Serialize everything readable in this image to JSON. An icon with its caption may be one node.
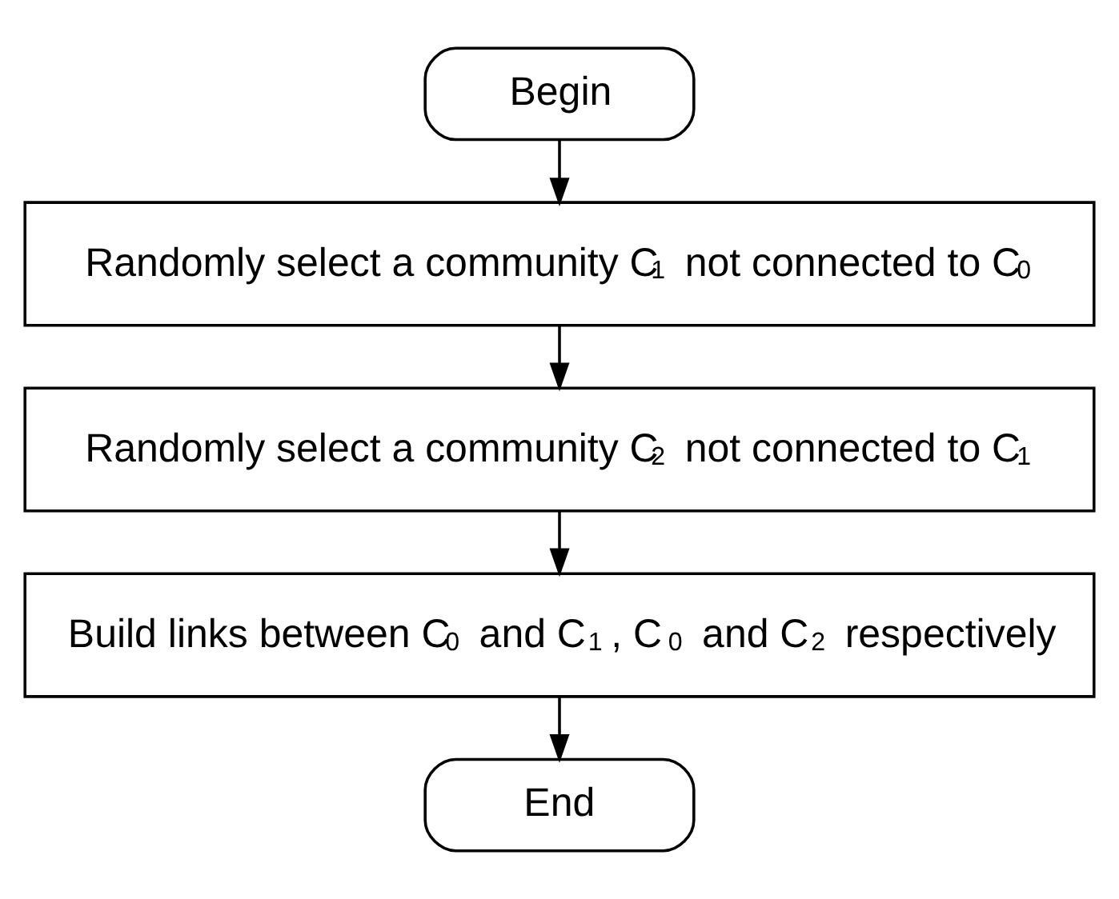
{
  "diagram": {
    "nodes": [
      {
        "text": [
          "Begin"
        ]
      },
      {
        "text": [
          "Randomly select a community C$_{1}$ not connected to C$_{0}$"
        ]
      },
      {
        "text": [
          "Randomly select a community C$_{2}$ not connected to C$_{1}$"
        ]
      },
      {
        "text": [
          "Build links between C$_{0}$ and C$_{1}$, C$_{0}$ and C$_{2}$ respectively"
        ]
      },
      {
        "text": [
          "End"
        ]
      }
    ],
    "edges": [
      {
        "from": 0,
        "to": 1,
        "arrow": "to"
      },
      {
        "from": 1,
        "to": 2,
        "arrow": "to"
      },
      {
        "from": 2,
        "to": 3,
        "arrow": "to"
      },
      {
        "from": 3,
        "to": 4,
        "arrow": "to"
      }
    ]
  }
}
